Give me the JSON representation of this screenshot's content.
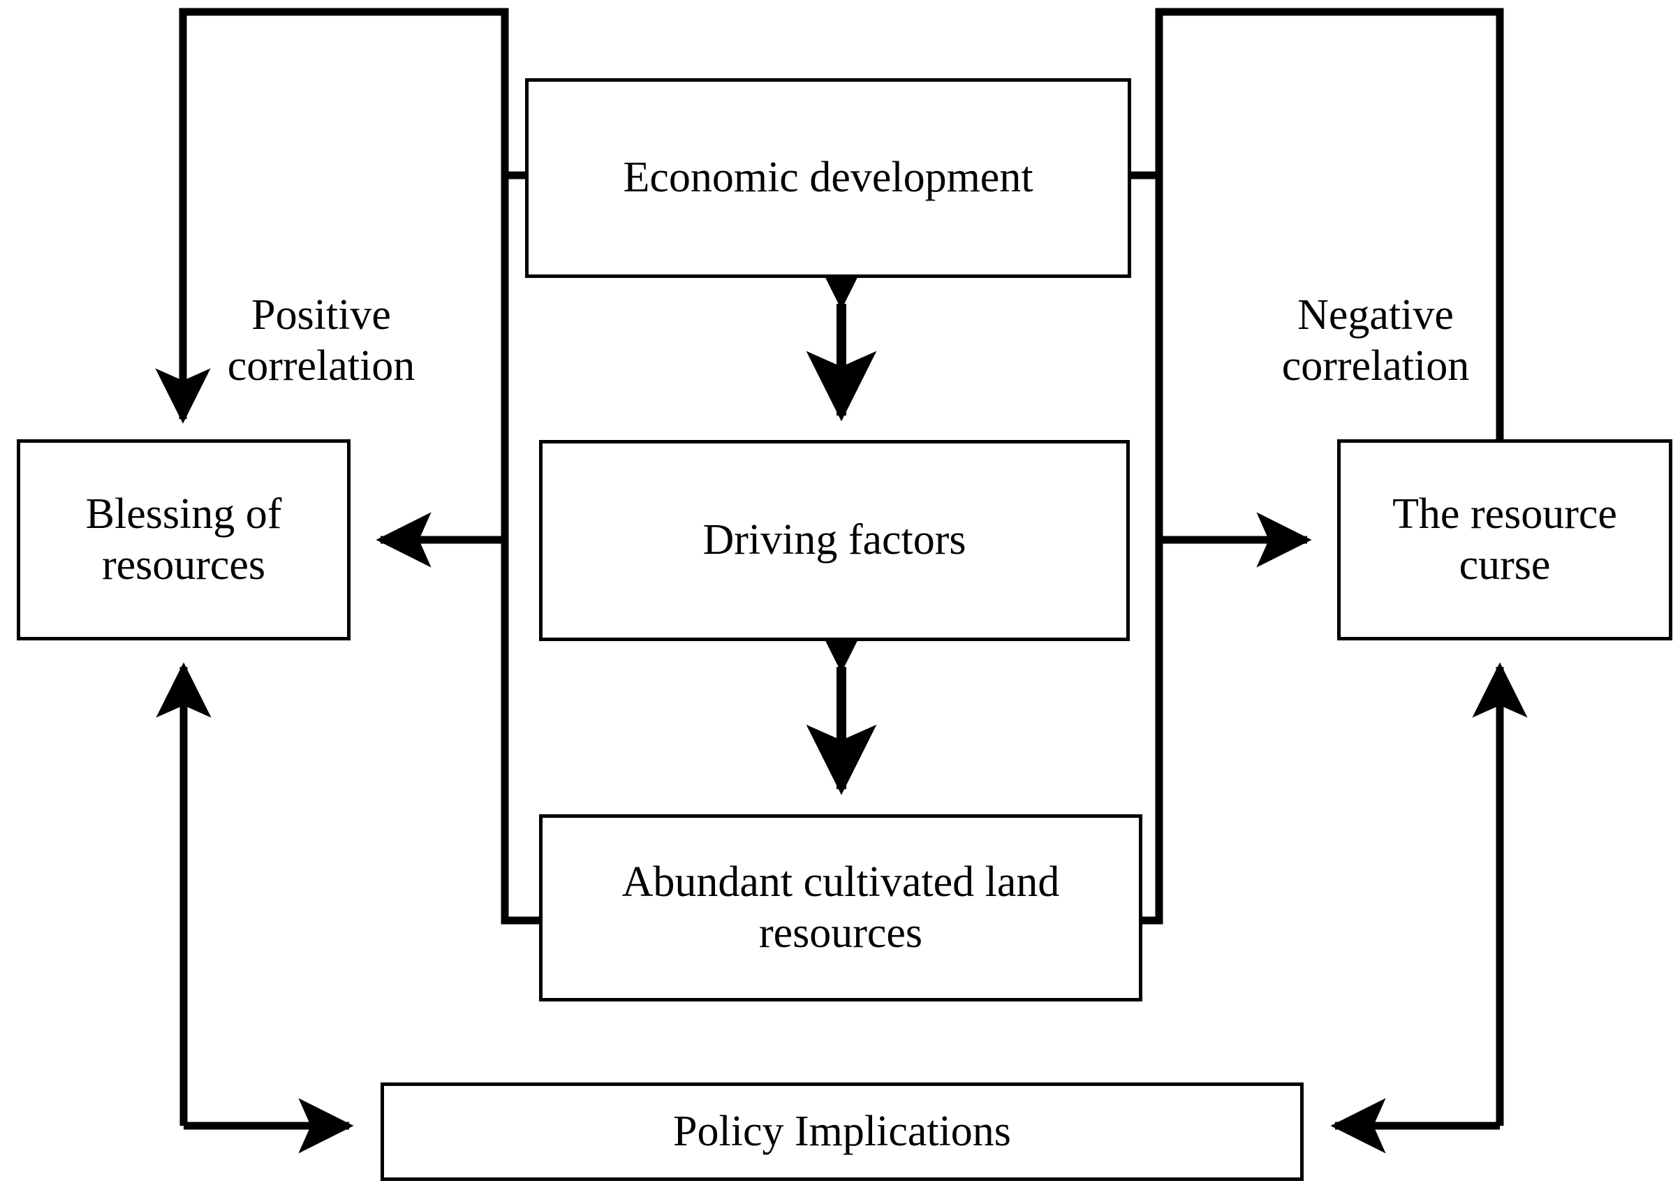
{
  "figure": {
    "type": "flow-diagram",
    "background_color": "#ffffff",
    "stroke_color": "#000000"
  },
  "nodes": {
    "economic_development": {
      "label": "Economic development"
    },
    "driving_factors": {
      "label": "Driving factors"
    },
    "abundant_land": {
      "label": "Abundant cultivated land\nresources"
    },
    "blessing": {
      "label": "Blessing of\nresources"
    },
    "resource_curse": {
      "label": "The resource\ncurse"
    },
    "policy_implications": {
      "label": "Policy Implications"
    }
  },
  "edge_labels": {
    "positive": "Positive\ncorrelation",
    "negative": "Negative\ncorrelation"
  },
  "edges": [
    {
      "from": "driving_factors",
      "to": "blessing",
      "arrow": "single",
      "note": "Positive correlation"
    },
    {
      "from": "driving_factors",
      "to": "resource_curse",
      "arrow": "single",
      "note": "Negative correlation"
    },
    {
      "from": "economic_development",
      "to": "driving_factors",
      "arrow": "double"
    },
    {
      "from": "driving_factors",
      "to": "abundant_land",
      "arrow": "double"
    },
    {
      "from": "economic_development",
      "to": "blessing",
      "arrow": "single",
      "note": "outer left loop, Positive correlation"
    },
    {
      "from": "economic_development",
      "to": "resource_curse",
      "arrow": "none",
      "note": "outer right loop"
    },
    {
      "from": "blessing",
      "to": "policy_implications",
      "arrow": "single"
    },
    {
      "from": "resource_curse",
      "to": "policy_implications",
      "arrow": "single"
    }
  ]
}
